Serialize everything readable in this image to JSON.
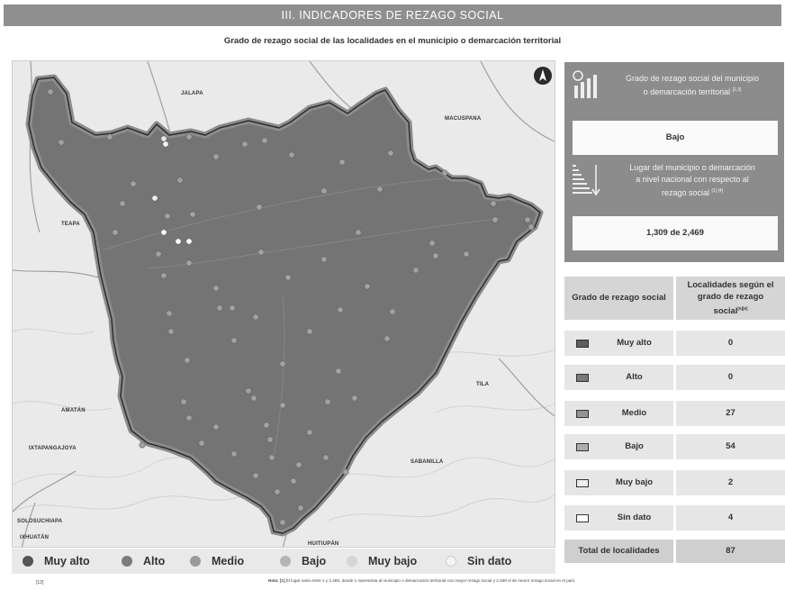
{
  "header": {
    "section_title": "III. INDICADORES DE REZAGO SOCIAL",
    "map_title": "Grado de rezago social de las localidades en el municipio o demarcación territorial"
  },
  "map": {
    "places": {
      "jalapa": "JALAPA",
      "macuspana": "MACUSPANA",
      "teapa": "TEAPA",
      "tila": "TILA",
      "amatan": "AMATÁN",
      "ixtapangajoya": "IXTAPANGAJOYA",
      "sabanilla": "SABANILLA",
      "solosuchiapa": "SOLOSUCHIAPA",
      "ixhuatan": "IXHUATÁN",
      "huitiupan": "HUITIUPÁN"
    },
    "north_arrow": "north-arrow-icon",
    "colors": {
      "municipality_fill": "#747474",
      "outline": "#3a3a3a",
      "background": "#eaeaea"
    }
  },
  "legend": {
    "items": [
      {
        "label": "Muy alto",
        "color": "#555555"
      },
      {
        "label": "Alto",
        "color": "#7c7c7c"
      },
      {
        "label": "Medio",
        "color": "#9a9a9a"
      },
      {
        "label": "Bajo",
        "color": "#b4b4b4"
      },
      {
        "label": "Muy bajo",
        "color": "#d6d6d6"
      },
      {
        "label": "Sin dato",
        "color": "#f4f4f4"
      }
    ]
  },
  "info": {
    "grade_title_1": "Grado de rezago social del municipio",
    "grade_title_2": "o demarcación territorial",
    "grade_title_sup": "[2,3]",
    "grade_value": "Bajo",
    "rank_title_1": "Lugar del municipio o demarcación",
    "rank_title_2": "a nivel nacional con respecto al",
    "rank_title_3": "rezago social",
    "rank_title_sup": "[1] [4]",
    "rank_value": "1,309 de 2,469"
  },
  "table": {
    "col1_header": "Grado de rezago social",
    "col2_header_1": "Localidades según el",
    "col2_header_2": "grado de rezago",
    "col2_header_3": "social",
    "col2_header_sup": "[5][6]",
    "rows": [
      {
        "label": "Muy alto",
        "count": "0",
        "swatch": "#5e5e5e"
      },
      {
        "label": "Alto",
        "count": "0",
        "swatch": "#7a7a7a"
      },
      {
        "label": "Medio",
        "count": "27",
        "swatch": "#939393"
      },
      {
        "label": "Bajo",
        "count": "54",
        "swatch": "#adadad"
      },
      {
        "label": "Muy bajo",
        "count": "2",
        "swatch": "#ededed"
      },
      {
        "label": "Sin dato",
        "count": "4",
        "swatch": "#ffffff"
      }
    ],
    "total_label": "Total de localidades",
    "total_value": "87"
  },
  "footer": {
    "left_ref": "[12]",
    "note_label": "Nota: [1]",
    "note_text": "El lugar varía entre 1 y 2,469, donde 1 representa al municipio o demarcación territorial con mayor rezago social y 2,469 el de menor rezago social en el país."
  }
}
